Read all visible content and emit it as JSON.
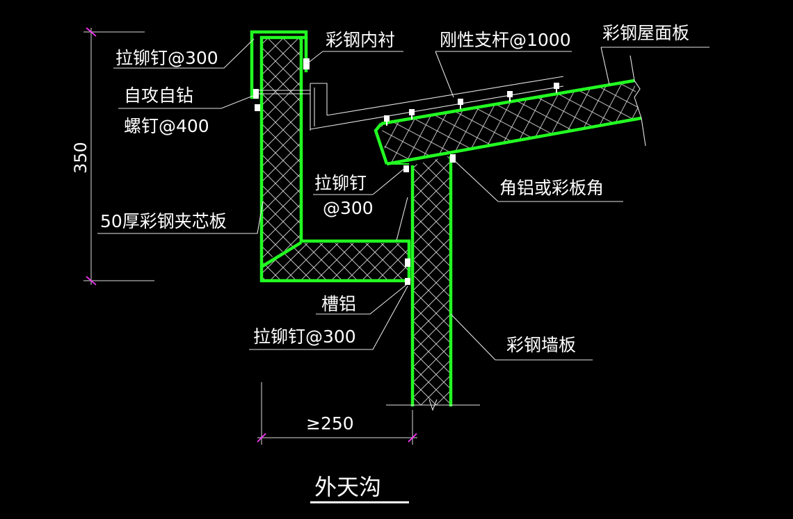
{
  "labels": {
    "rivet_top": "拉铆钉@300",
    "self_tap_1": "自攻自钻",
    "self_tap_2": "螺钉@400",
    "inner_liner": "彩钢内衬",
    "rigid_rod": "刚性支杆@1000",
    "roof_panel": "彩钢屋面板",
    "aluminum_angle": "角铝或彩板角",
    "rivet_mid_1": "拉铆钉",
    "rivet_mid_2": "@300",
    "sandwich_panel": "50厚彩钢夹芯板",
    "channel_aluminum": "槽铝",
    "rivet_bottom": "拉铆钉@300",
    "wall_panel": "彩钢墙板"
  },
  "dimensions": {
    "height": "350",
    "width": "≥250"
  },
  "title": "外天沟",
  "colors": {
    "background": "#000000",
    "panel": "#22ff22",
    "annotation": "#ffffff",
    "dimension_tick": "#ff33ff"
  }
}
